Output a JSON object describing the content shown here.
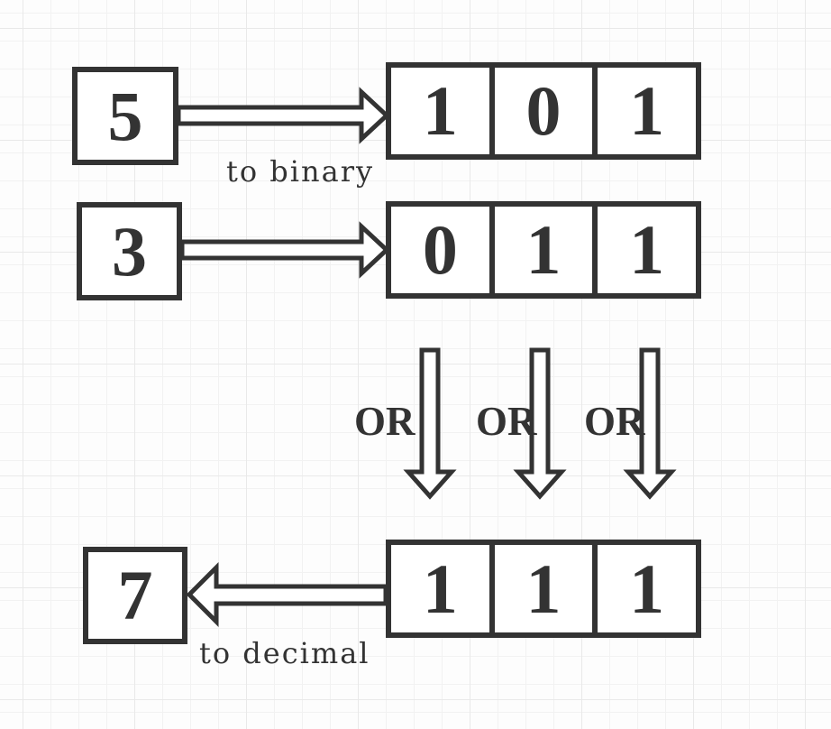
{
  "diagram": {
    "inputs": [
      {
        "decimal": "5",
        "bits": [
          "1",
          "0",
          "1"
        ]
      },
      {
        "decimal": "3",
        "bits": [
          "0",
          "1",
          "1"
        ]
      }
    ],
    "result": {
      "decimal": "7",
      "bits": [
        "1",
        "1",
        "1"
      ]
    },
    "conversion_labels": {
      "to_binary": "to binary",
      "to_decimal": "to decimal"
    },
    "or_operators": [
      "OR",
      "OR",
      "OR"
    ],
    "colors": {
      "stroke": "#333333",
      "box_fill": "#ffffff",
      "background": "#fdfdfd",
      "grid_minor": "#f2f2f2",
      "grid_major": "#e9e9e9"
    }
  }
}
